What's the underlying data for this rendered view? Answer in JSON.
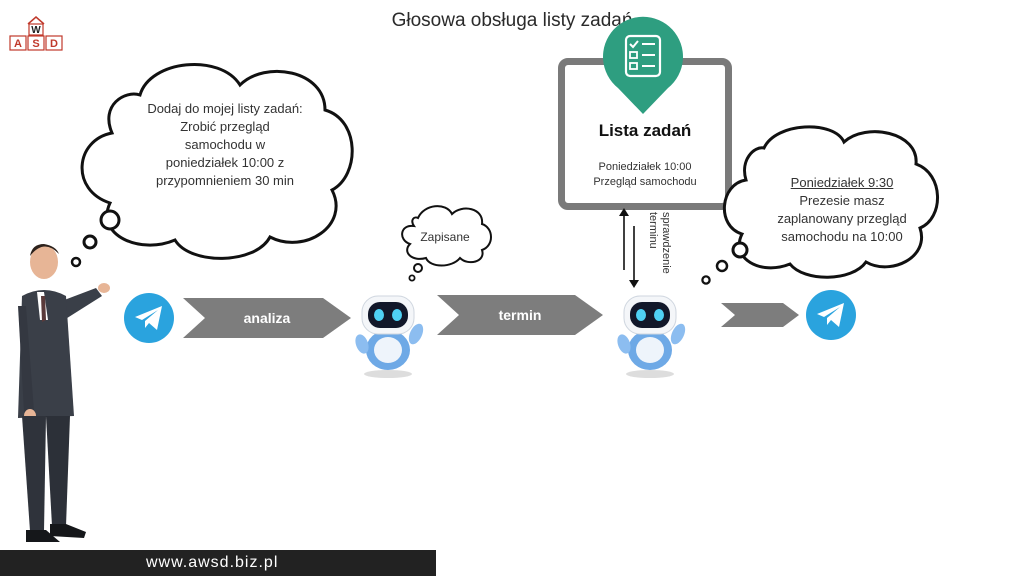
{
  "title": "Głosowa obsługa listy zadań",
  "logo": {
    "top": "W",
    "bottom": [
      "A",
      "S",
      "D"
    ]
  },
  "request_cloud": {
    "lines": [
      "Dodaj do mojej listy zadań:",
      "Zrobić przegląd",
      "samochodu w",
      "poniedziałek 10:00 z",
      "przypomnieniem 30 min"
    ]
  },
  "saved_cloud": {
    "text": "Zapisane"
  },
  "arrows": {
    "analiza": "analiza",
    "termin": "termin"
  },
  "task_list": {
    "heading": "Lista zadań",
    "day": "Poniedziałek 10:00",
    "item": "Przegląd samochodu"
  },
  "check_label": {
    "line1": "sprawdzenie",
    "line2": "terminu"
  },
  "reminder_cloud": {
    "time": "Poniedziałek 9:30",
    "lines": [
      "Prezesie masz",
      "zaplanowany przegląd",
      "samochodu na 10:00"
    ]
  },
  "footer": {
    "url": "www.awsd.biz.pl"
  },
  "colors": {
    "telegram": "#2aa3de",
    "arrow": "#7d7d7d",
    "accent": "#2e9e80",
    "frame": "#7a7a7a"
  }
}
